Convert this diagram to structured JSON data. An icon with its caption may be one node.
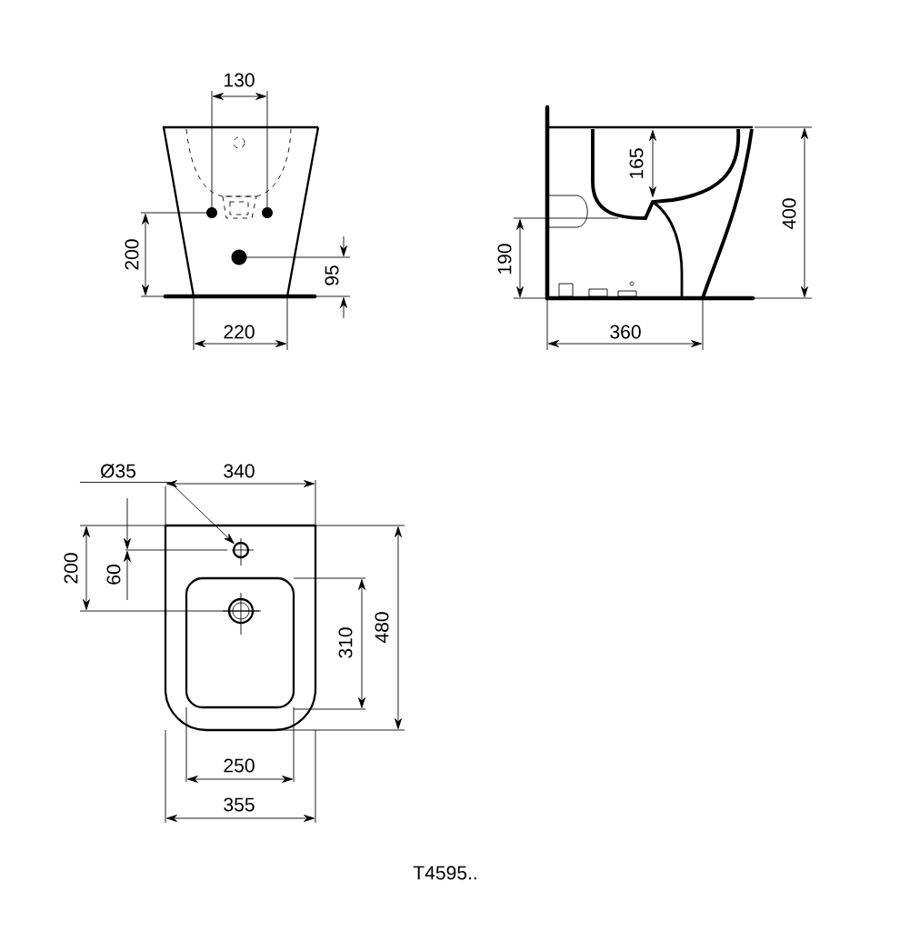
{
  "diagram": {
    "nodes": [
      {
        "text": [
          "Ø35"
        ]
      },
      {
        "text": [],
        "shape": "circle"
      }
    ],
    "edges": [
      {
        "from": 0,
        "to": 1,
        "arrow": "to"
      }
    ],
    "labels": [
      "130",
      "200",
      "95",
      "220",
      "165",
      "400",
      "190",
      "360",
      "340",
      "200",
      "60",
      "310",
      "480",
      "250",
      "355",
      "T4595.."
    ]
  }
}
